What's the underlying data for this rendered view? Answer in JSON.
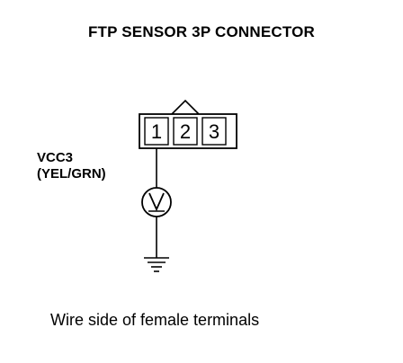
{
  "title": "FTP SENSOR 3P CONNECTOR",
  "connector": {
    "pins": [
      "1",
      "2",
      "3"
    ]
  },
  "wire": {
    "signal": "VCC3",
    "color": "(YEL/GRN)"
  },
  "meter": {
    "symbol": "V"
  },
  "caption": "Wire side of female terminals"
}
